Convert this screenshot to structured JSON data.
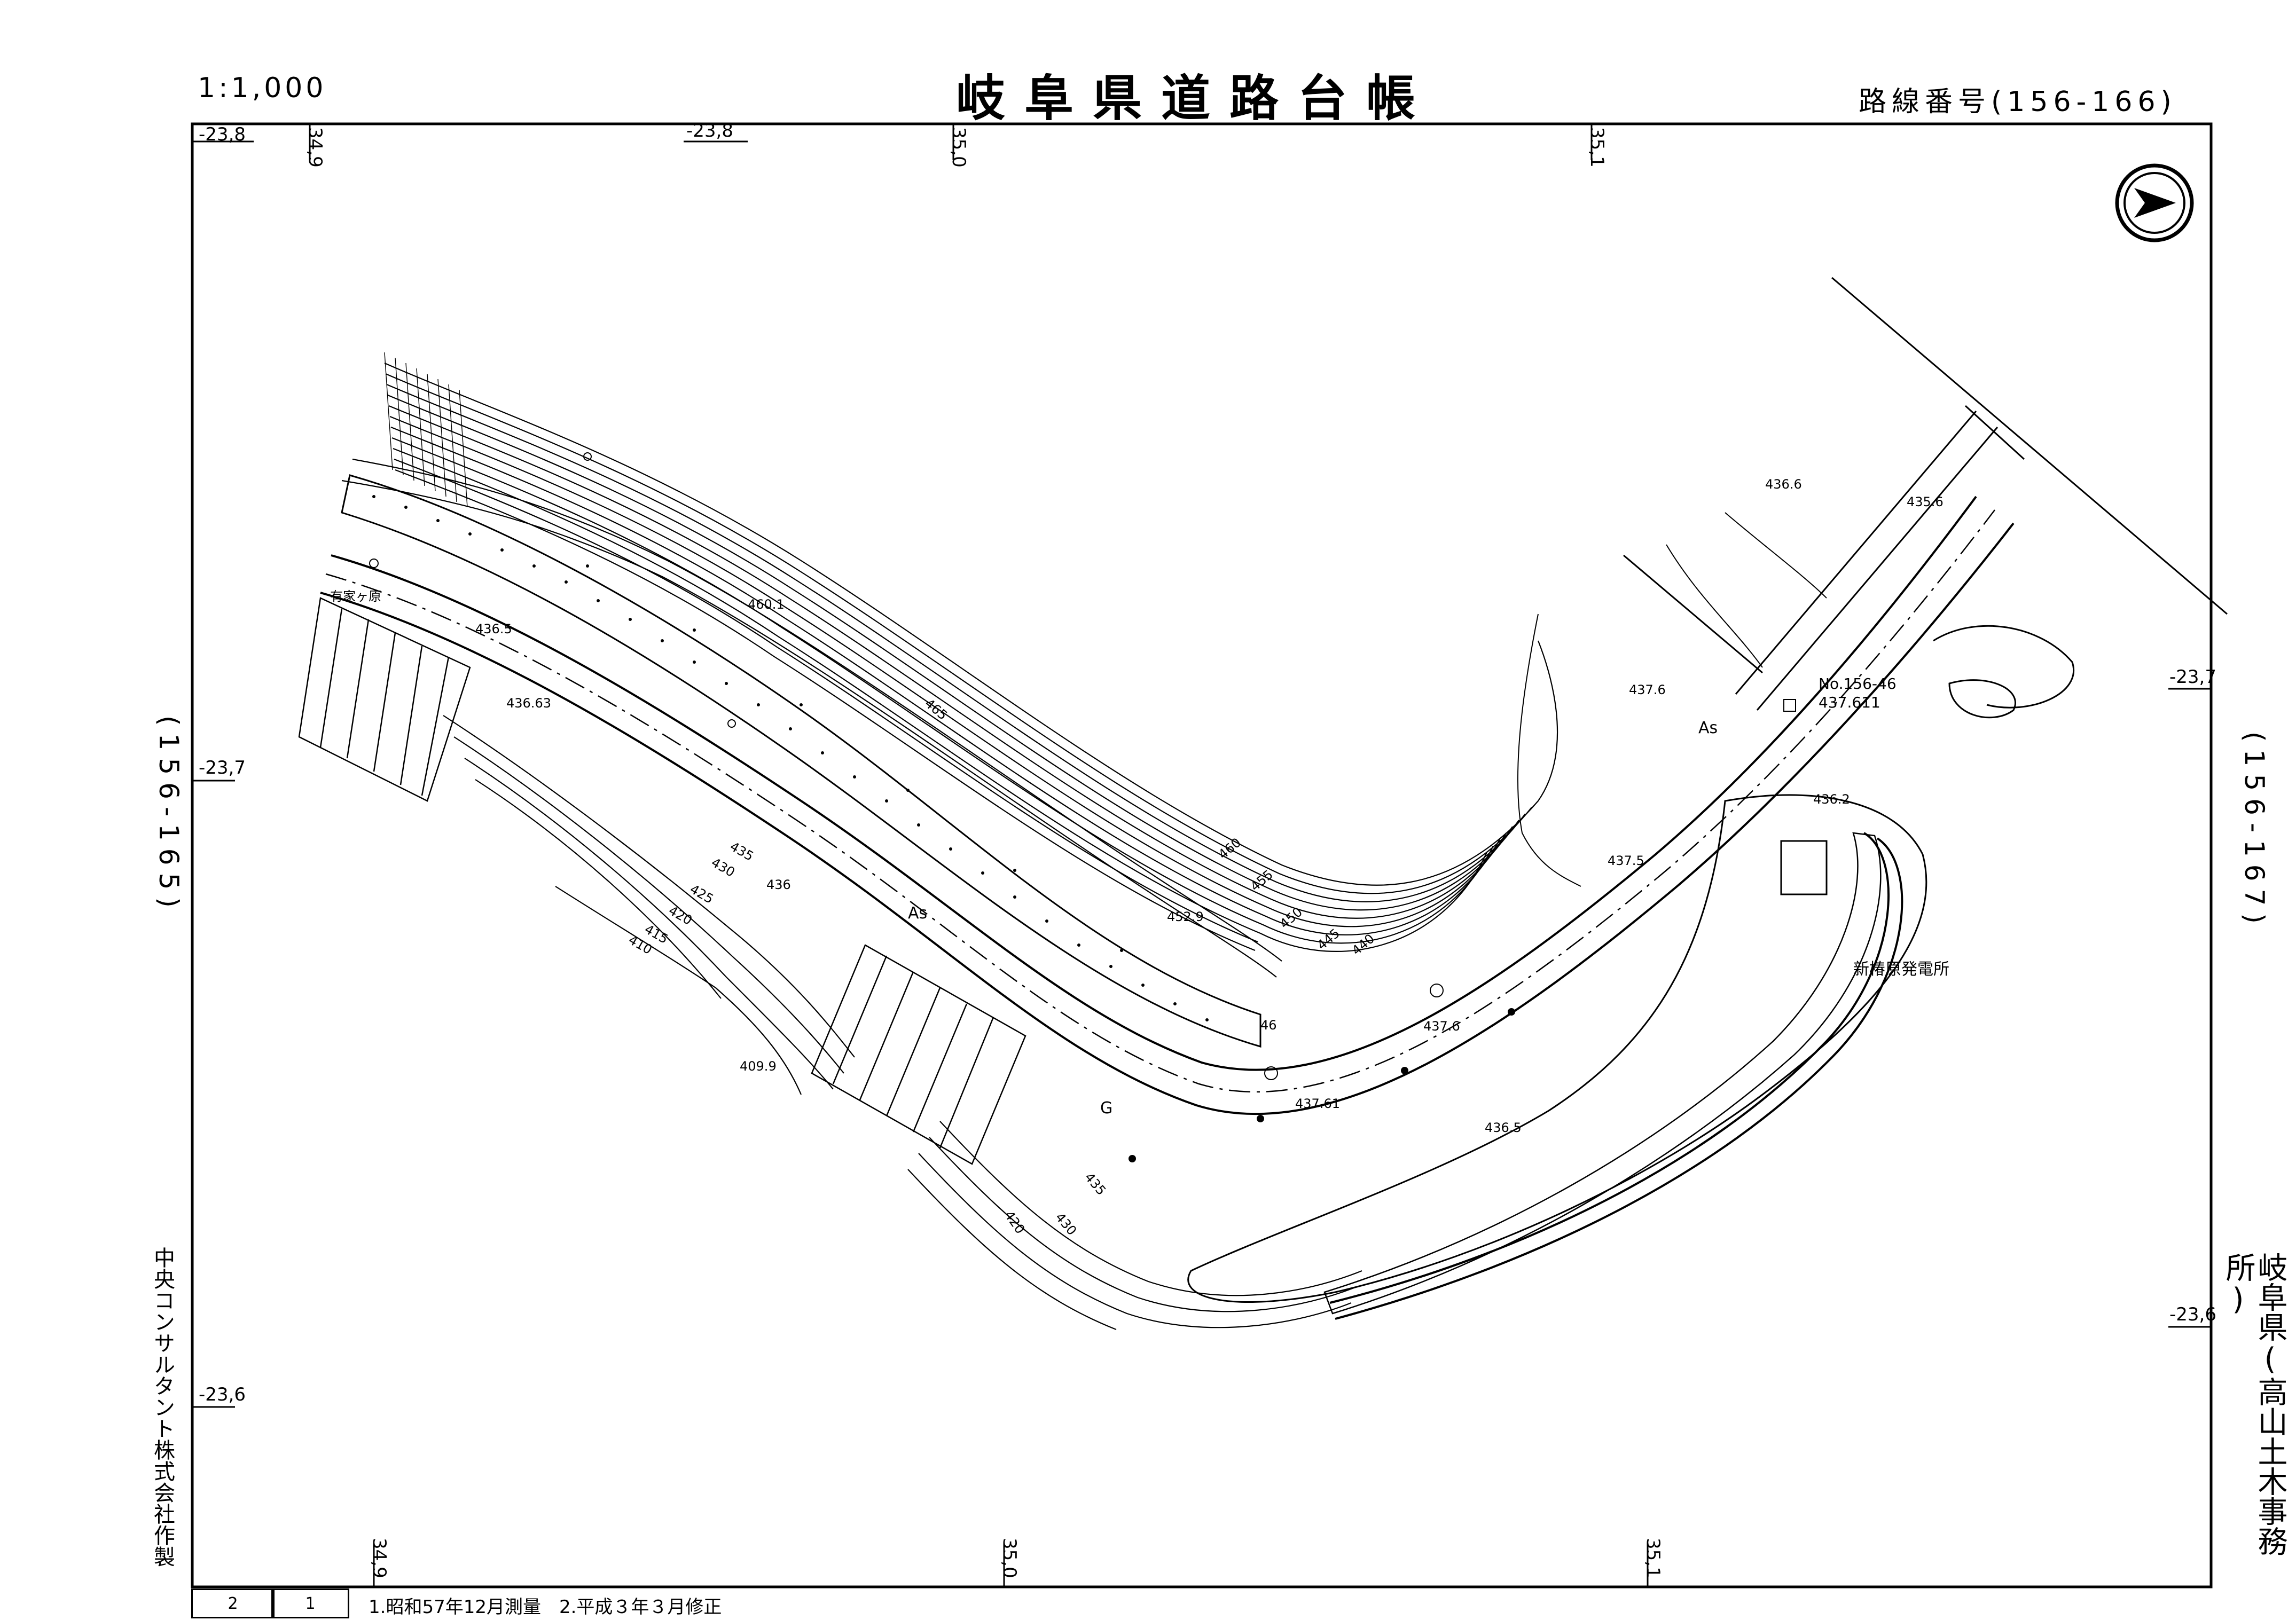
{
  "header": {
    "scale": "1:1,000",
    "title": "岐阜県道路台帳",
    "route_number": "路線番号(156-166)"
  },
  "coords": {
    "top_left_y": "-23,8",
    "top_x1": "34,9",
    "top_y_mid": "-23,8",
    "top_x2": "35,0",
    "top_x3": "35,1",
    "left_y1": "-23,7",
    "left_y2": "-23,6",
    "right_y1": "-23,7",
    "right_y2": "-23,6",
    "bottom_x1": "34,9",
    "bottom_x2": "35,0",
    "bottom_x3": "35,1"
  },
  "adjacent_sheets": {
    "left": "(156-165)",
    "right": "(156-167)"
  },
  "side_text": {
    "left_vertical": "中央コンサルタント株式会社作製",
    "right_vertical": "岐阜県(高山土木事務所)"
  },
  "footer": {
    "cell1": "2",
    "cell2": "1",
    "notes": "1.昭和57年12月測量　2.平成３年３月修正"
  },
  "map_labels": {
    "place_arikegahara": "有家ヶ原",
    "elev_436_5_a": "436.5",
    "elev_436_63": "436.63",
    "elev_460_1": "460.1",
    "contour_465": "465",
    "contour_460": "460",
    "contour_455": "455",
    "contour_450": "450",
    "contour_445": "445",
    "contour_440": "440",
    "elev_452_9": "452.9",
    "contour_435": "435",
    "contour_430": "430",
    "elev_436": "436",
    "contour_425": "425",
    "contour_420": "420",
    "contour_415": "415",
    "contour_410": "410",
    "surface_as_1": "As",
    "surface_as_2": "As",
    "surface_g": "G",
    "elev_409_9": "409.9",
    "elev_437_61": "437.61",
    "elev_437_6_a": "437.6",
    "elev_437_6_b": "437.6",
    "elev_437_5": "437.5",
    "elev_436_5_b": "436.5",
    "elev_436_6": "436.6",
    "elev_435_6": "435.6",
    "elev_436_2": "436.2",
    "station_no": "No.156-46",
    "station_elev": "437.611",
    "power_station": "新椿原発電所",
    "contour_430_b": "430",
    "contour_435_b": "435",
    "contour_420_b": "420",
    "small_46": "46"
  },
  "north_arrow": "north-arrow-icon"
}
